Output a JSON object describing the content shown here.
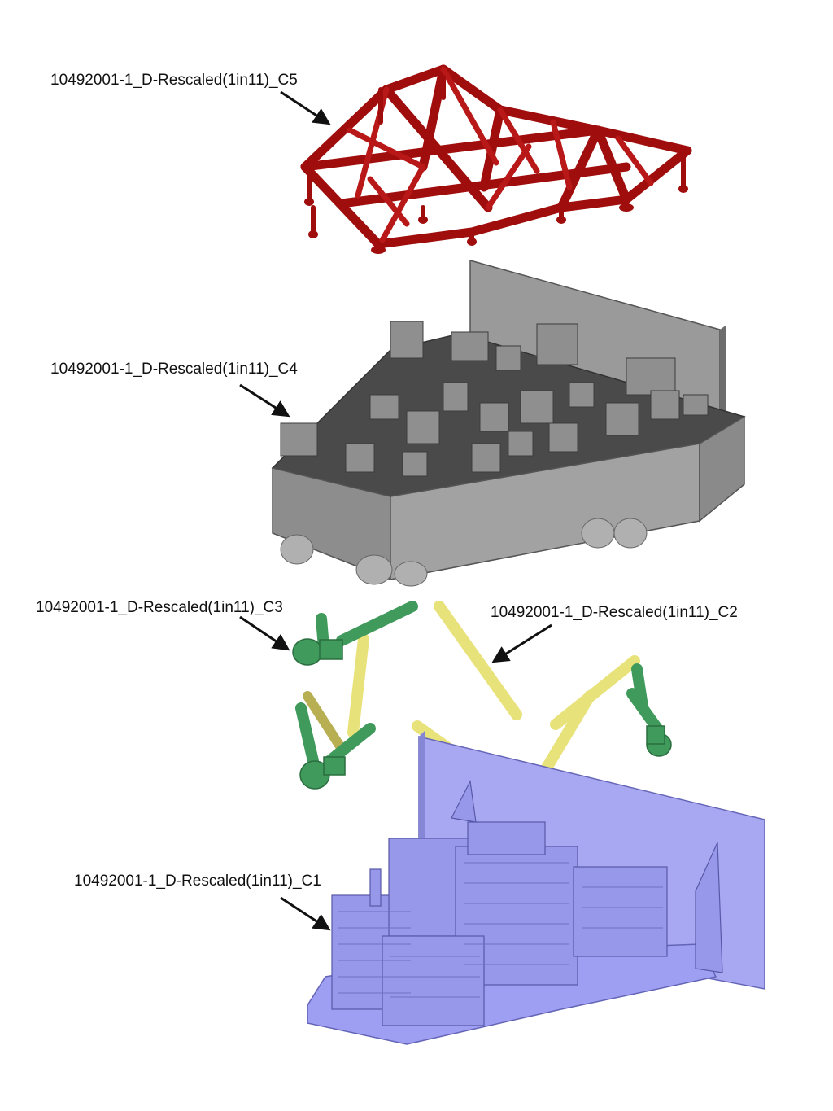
{
  "labels": {
    "c5": "10492001-1_D-Rescaled(1in11)_C5",
    "c4": "10492001-1_D-Rescaled(1in11)_C4",
    "c3": "10492001-1_D-Rescaled(1in11)_C3",
    "c2": "10492001-1_D-Rescaled(1in11)_C2",
    "c1": "10492001-1_D-Rescaled(1in11)_C1"
  },
  "colors": {
    "c5_frame": "#a00d0d",
    "c4_bench": "#8a8a8a",
    "c3_mounts": "#3f9a5c",
    "c2_rods": "#e8e27a",
    "c1_base": "#9e9ef2",
    "arrow": "#111111"
  }
}
